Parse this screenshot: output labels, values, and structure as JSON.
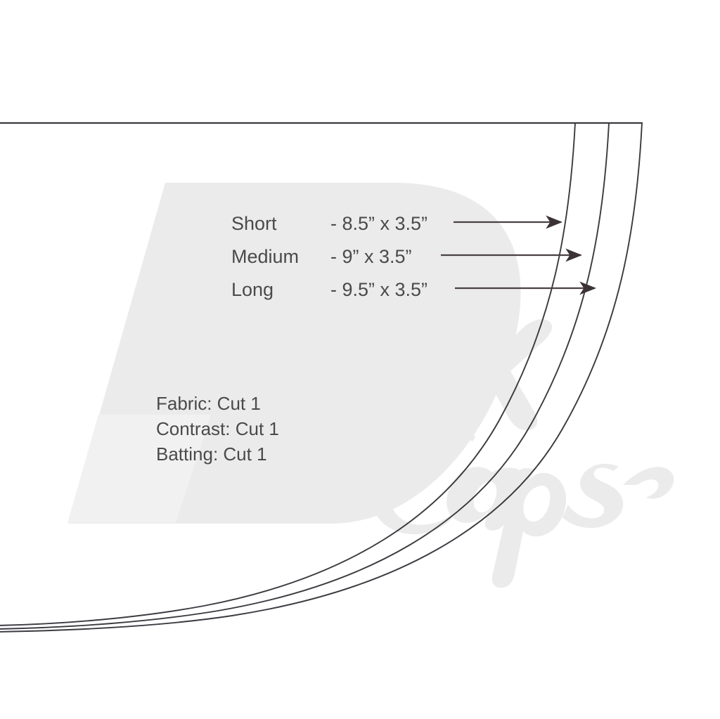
{
  "document": {
    "type": "sewing-pattern-diagram",
    "title": "Brim pattern piece sizing diagram",
    "background_color": "#ffffff",
    "ink_color": "#3a3a40",
    "text_color": "#4a4a4a"
  },
  "watermark": {
    "visible": true,
    "color": "#ebebeb",
    "primary_letter": "D",
    "secondary_letter": "B",
    "script_letter": "K",
    "script_word": "Caps",
    "full_text": "DBK Caps"
  },
  "size_labels": [
    {
      "name": "Short",
      "dimensions": "- 8.5” x 3.5”"
    },
    {
      "name": "Medium",
      "dimensions": "- 9” x 3.5”"
    },
    {
      "name": "Long",
      "dimensions": "- 9.5” x 3.5”"
    }
  ],
  "cut_instructions": [
    "Fabric: Cut 1",
    "Contrast: Cut 1",
    "Batting: Cut 1"
  ],
  "pattern_curves": [
    {
      "name": "short-curve",
      "label": "Short"
    },
    {
      "name": "medium-curve",
      "label": "Medium"
    },
    {
      "name": "long-curve",
      "label": "Long"
    }
  ],
  "leaders": [
    {
      "name": "short-leader",
      "target": "Short"
    },
    {
      "name": "medium-leader",
      "target": "Medium"
    },
    {
      "name": "long-leader",
      "target": "Long"
    }
  ]
}
